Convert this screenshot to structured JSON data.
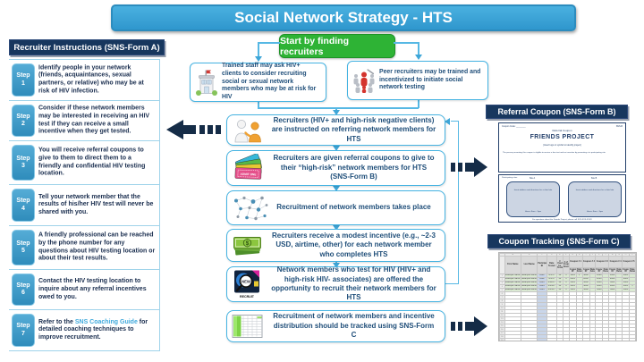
{
  "title": "Social Network Strategy - HTS",
  "start_button": "Start by finding recruiters",
  "recruiter_panel": {
    "header": "Recruiter Instructions (SNS-Form A)",
    "steps": [
      {
        "label": "Step",
        "num": "1",
        "text": "Identify people in your network (friends, acquaintances, sexual partners, or relative) who may be at risk of HIV infection."
      },
      {
        "label": "Step",
        "num": "2",
        "text": "Consider if these network members may be interested in receiving an HIV test if they can receive a small incentive when they get tested."
      },
      {
        "label": "Step",
        "num": "3",
        "text": "You will receive referral coupons to give to them to direct them to a friendly and confidential HIV testing location."
      },
      {
        "label": "Step",
        "num": "4",
        "text": "Tell your network member that the results of his/her HIV test will never be shared with you."
      },
      {
        "label": "Step",
        "num": "5",
        "text": "A friendly professional can be reached by the phone number for any questions about HIV testing location or about their test results."
      },
      {
        "label": "Step",
        "num": "6",
        "text": "Contact the HIV testing location to inquire about any referral incentives owed to you."
      },
      {
        "label": "Step",
        "num": "7",
        "text_before": "Refer to the ",
        "link": "SNS Coaching Guide",
        "text_after": " for detailed coaching techniques to improve recruitment."
      }
    ]
  },
  "flow": {
    "top_left": "Trained staff may ask HIV+ clients to consider recruiting social or sexual network members who may be at risk for HIV",
    "top_right": "Peer recruiters may be trained and incentivized to initiate social network testing",
    "boxes": [
      "Recruiters (HIV+ and high-risk negative clients) are instructed on referring network members for HTS",
      "Recruiters are given referral coupons to give to their “high-risk” network members for HTS (SNS-Form B)",
      "Recruitment of network members takes place",
      "Recruiters receive a modest incentive (e.g., ~2-3 USD, airtime, other) for each network member who completes HTS",
      "Network members who test for HIV (HIV+ and high-risk HIV- associates) are offered the opportunity to recruit their network members for HTS",
      "Recruitment of network members and incentive distribution should be tracked using SNS-Form C"
    ]
  },
  "coupon_panel": {
    "header": "Referral Coupon (SNS-Form B)",
    "code_label": "Coupon Code: ________",
    "corner": "SNS-B",
    "subtitle": "Referral Coupon",
    "title": "FRIENDS PROJECT",
    "logo_note": "[Insert logo or symbol to identify project]",
    "body": "The person presenting this coupon is eligible to receive a free test and an incentive by presenting at a participating site.",
    "sites_label": "Participating sites:",
    "site_a": {
      "title": "Site A",
      "body": "Insert address and directions for a clinic/site",
      "hours": "Hours: 8am – 5pm"
    },
    "site_b": {
      "title": "Site B",
      "body": "Insert address and directions for a clinic/site",
      "hours": "Hours: 8am – 5pm"
    },
    "footer": "For questions about the Friends Project, please call XXX-XXX-XXXX"
  },
  "tracking_panel": {
    "header": "Coupon Tracking (SNS-Form C)",
    "col_letters": [
      "A",
      "B",
      "C",
      "D",
      "E",
      "F",
      "G",
      "H",
      "I",
      "J",
      "K",
      "L",
      "M",
      "N",
      "O",
      "P"
    ],
    "main_columns": [
      "First Name",
      "Last Name",
      "Participant ID",
      "Date Tested",
      "# Used for Testing",
      "# of Coupons Given"
    ],
    "coupon_groups": [
      "Coupon # 1",
      "Coupon # 2",
      "Coupon # 3",
      "Coupon # 4",
      "Coupon # 5"
    ],
    "sub_columns": [
      "Coupon ID",
      "Date Returned"
    ],
    "rows": [
      [
        "Example Name",
        "Example Name",
        "1001",
        "6/1/17",
        "10",
        "5",
        "1001",
        "√",
        "1002",
        "",
        "1003",
        "",
        "1004",
        "",
        "1005",
        ""
      ],
      [
        "Example Name",
        "Example Name",
        "1002",
        "6/5/17",
        "10",
        "5",
        "2001",
        "",
        "2002",
        "",
        "2003",
        "",
        "2004",
        "",
        "2005",
        ""
      ],
      [
        "Example Name",
        "Example Name",
        "1003",
        "6/12/17",
        "10",
        "5",
        "3001",
        "",
        "3002",
        "",
        "3003",
        "",
        "3004",
        "",
        "3005",
        ""
      ],
      [
        "Example Name",
        "Example Name",
        "1004",
        "6/13/17",
        "10",
        "5",
        "4001",
        "",
        "4002",
        "",
        "4003",
        "",
        "4004",
        "",
        "4005",
        "√"
      ],
      [
        "Example Name",
        "Example Name",
        "1005",
        "6/15/17",
        "10",
        "5",
        "5001",
        "",
        "5002",
        "",
        "5003",
        "",
        "5004",
        "",
        "5005",
        ""
      ]
    ],
    "empty_rows": 14
  },
  "icons": {
    "admit_one_label": "ADMIT ONE",
    "new_label": "NEW",
    "recruit_label": "RECRUIT",
    "dollar_sign": "$"
  },
  "colors": {
    "title_blue": "#3DA8DB",
    "navy": "#17375E",
    "green": "#2EB335",
    "box_border": "#45B3E2",
    "step_blue": "#3D9ECB",
    "link_blue": "#3FA9DC",
    "arrow_navy": "#152C47",
    "connector_blue": "#56B8E4"
  }
}
